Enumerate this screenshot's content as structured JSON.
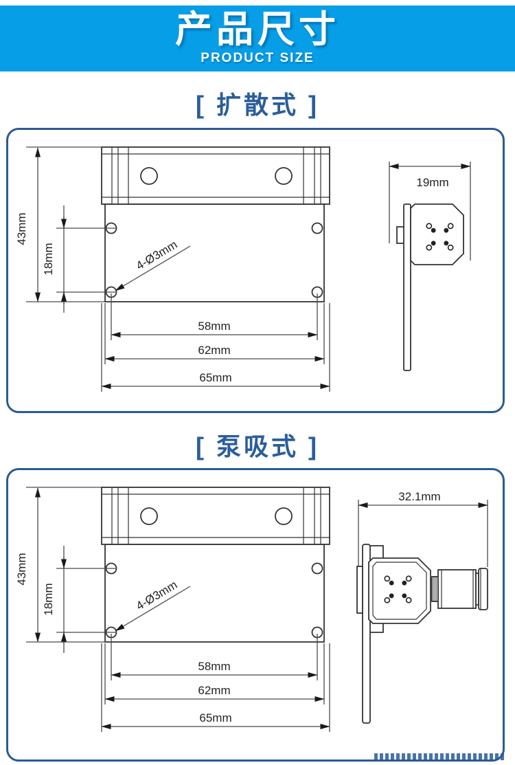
{
  "banner": {
    "title_zh": "产品尺寸",
    "title_en": "PRODUCT SIZE"
  },
  "sections": [
    {
      "title": "[ 扩散式 ]",
      "dims": {
        "height": "43mm",
        "hole_pitch": "18mm",
        "hole_callout": "4-Ø3mm",
        "hole_span": "58mm",
        "body_width": "62mm",
        "overall_width": "65mm",
        "depth": "19mm"
      }
    },
    {
      "title": "[ 泵吸式 ]",
      "dims": {
        "height": "43mm",
        "hole_pitch": "18mm",
        "hole_callout": "4-Ø3mm",
        "hole_span": "58mm",
        "body_width": "62mm",
        "overall_width": "65mm",
        "depth": "32.1mm"
      }
    }
  ],
  "colors": {
    "banner_blue": "#069ee7",
    "heading_blue": "#2b5d9c",
    "panel_border_blue": "#2b5a94",
    "drawing_line": "#333333"
  }
}
